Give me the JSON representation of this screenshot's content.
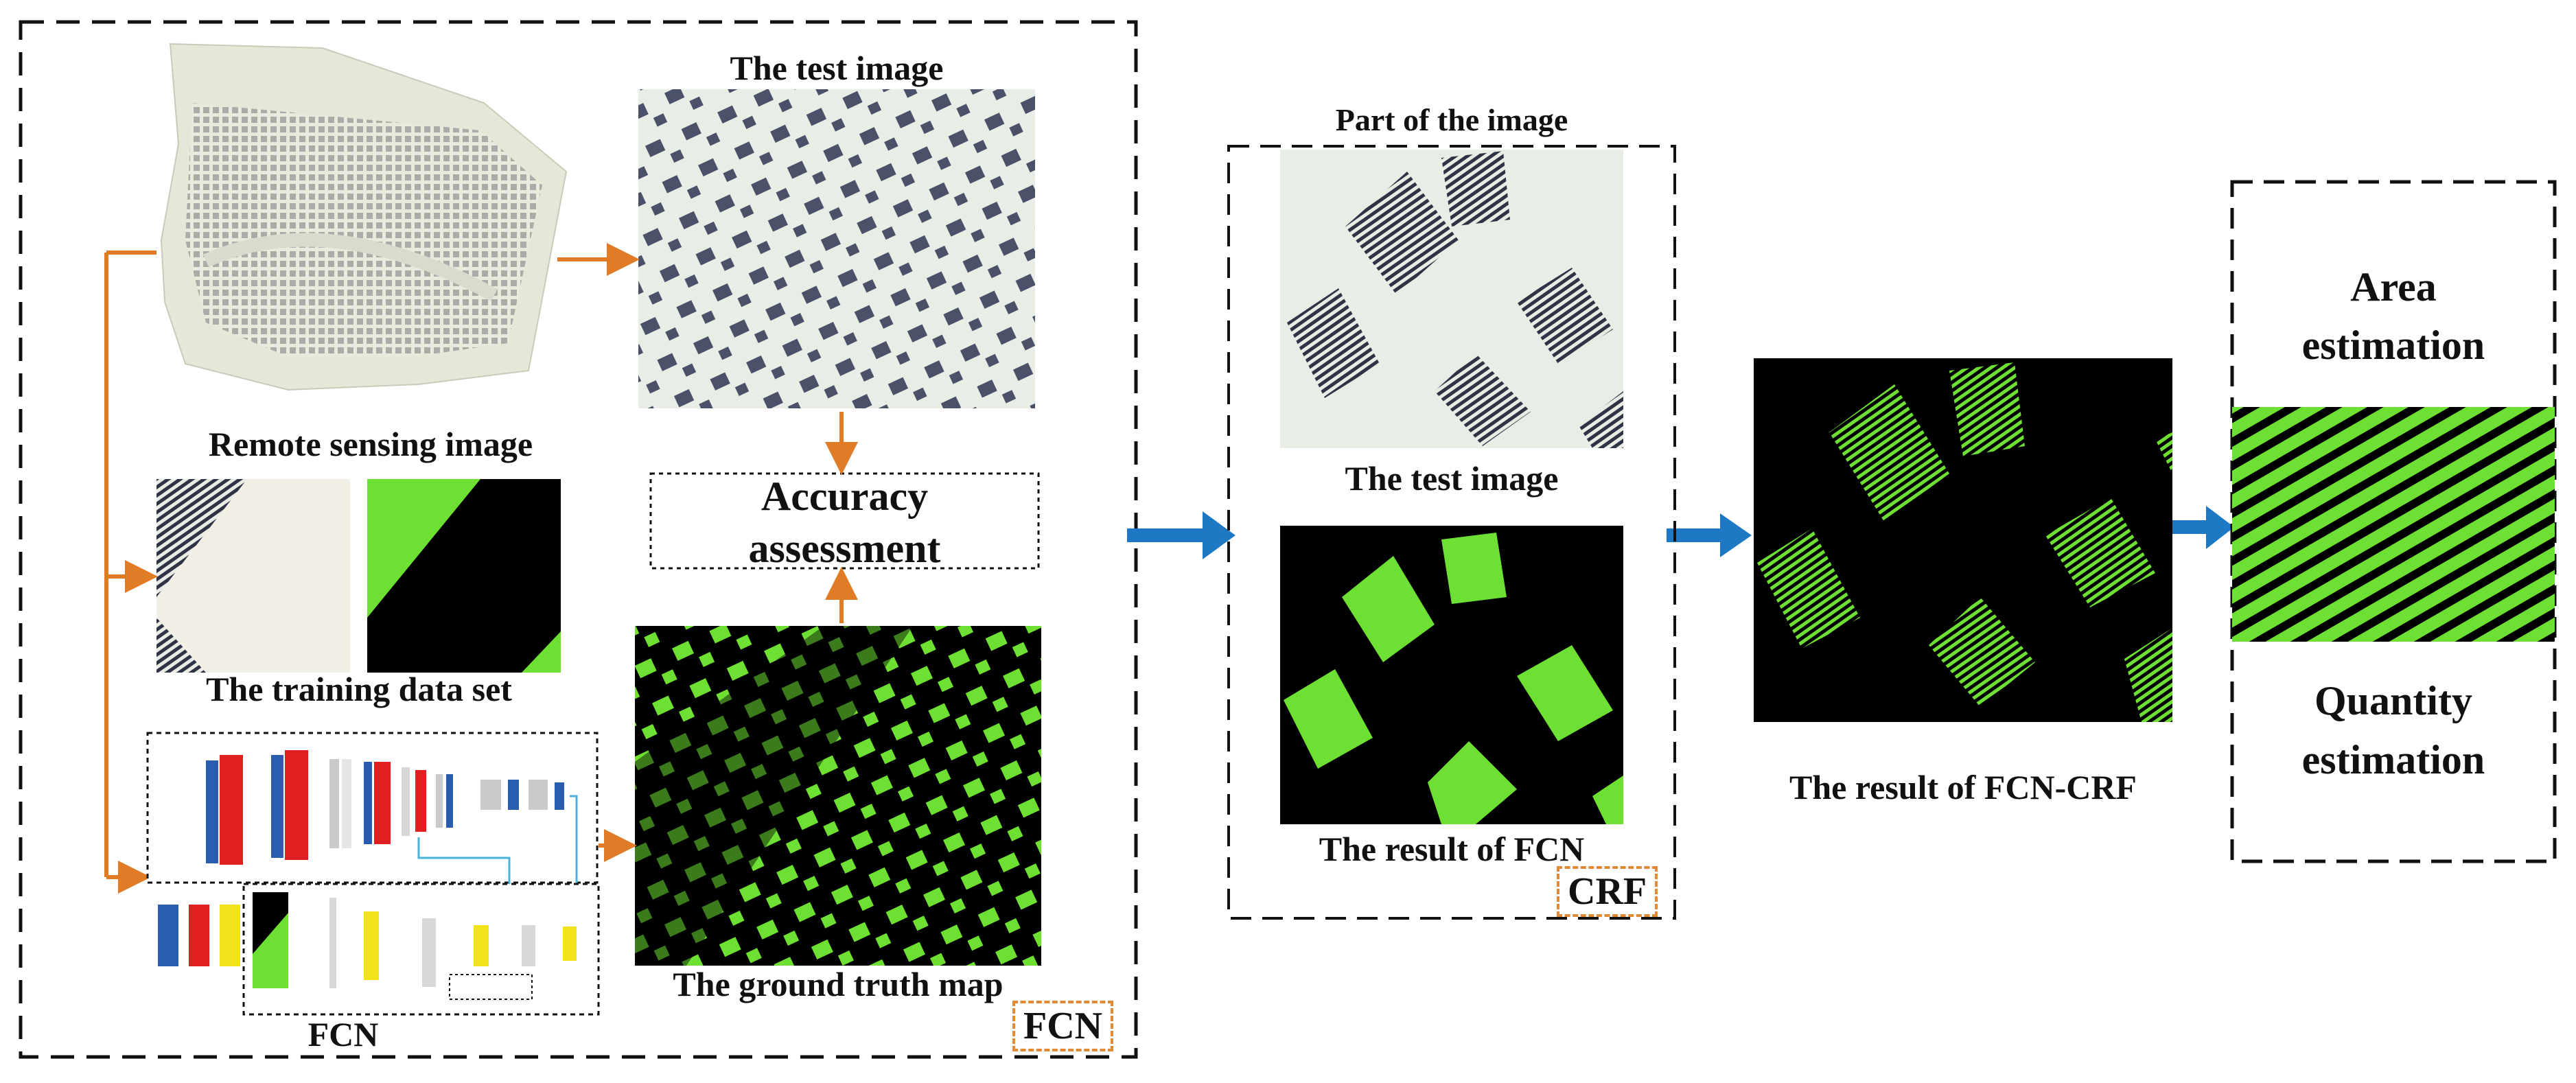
{
  "fcn_panel": {
    "remote_sensing_label": "Remote sensing image",
    "test_image_label": "The test image",
    "accuracy_label_line1": "Accuracy",
    "accuracy_label_line2": "assessment",
    "training_label": "The training data set",
    "ground_truth_label": "The ground truth map",
    "fcn_label": "FCN",
    "tag": "FCN"
  },
  "crf_panel": {
    "part_label": "Part of the image",
    "test_image_label": "The test image",
    "fcn_result_label": "The result of FCN",
    "tag": "CRF"
  },
  "fcn_crf_result_label": "The result of FCN-CRF",
  "estimation_panel": {
    "area_line1": "Area",
    "area_line2": "estimation",
    "quantity_line1": "Quantity",
    "quantity_line2": "estimation"
  },
  "colors": {
    "orange_arrow": "#e07b26",
    "blue_arrow": "#1f78c4",
    "mask_green": "#6ee033",
    "background_black": "#000000",
    "dashed_border": "#111111"
  }
}
